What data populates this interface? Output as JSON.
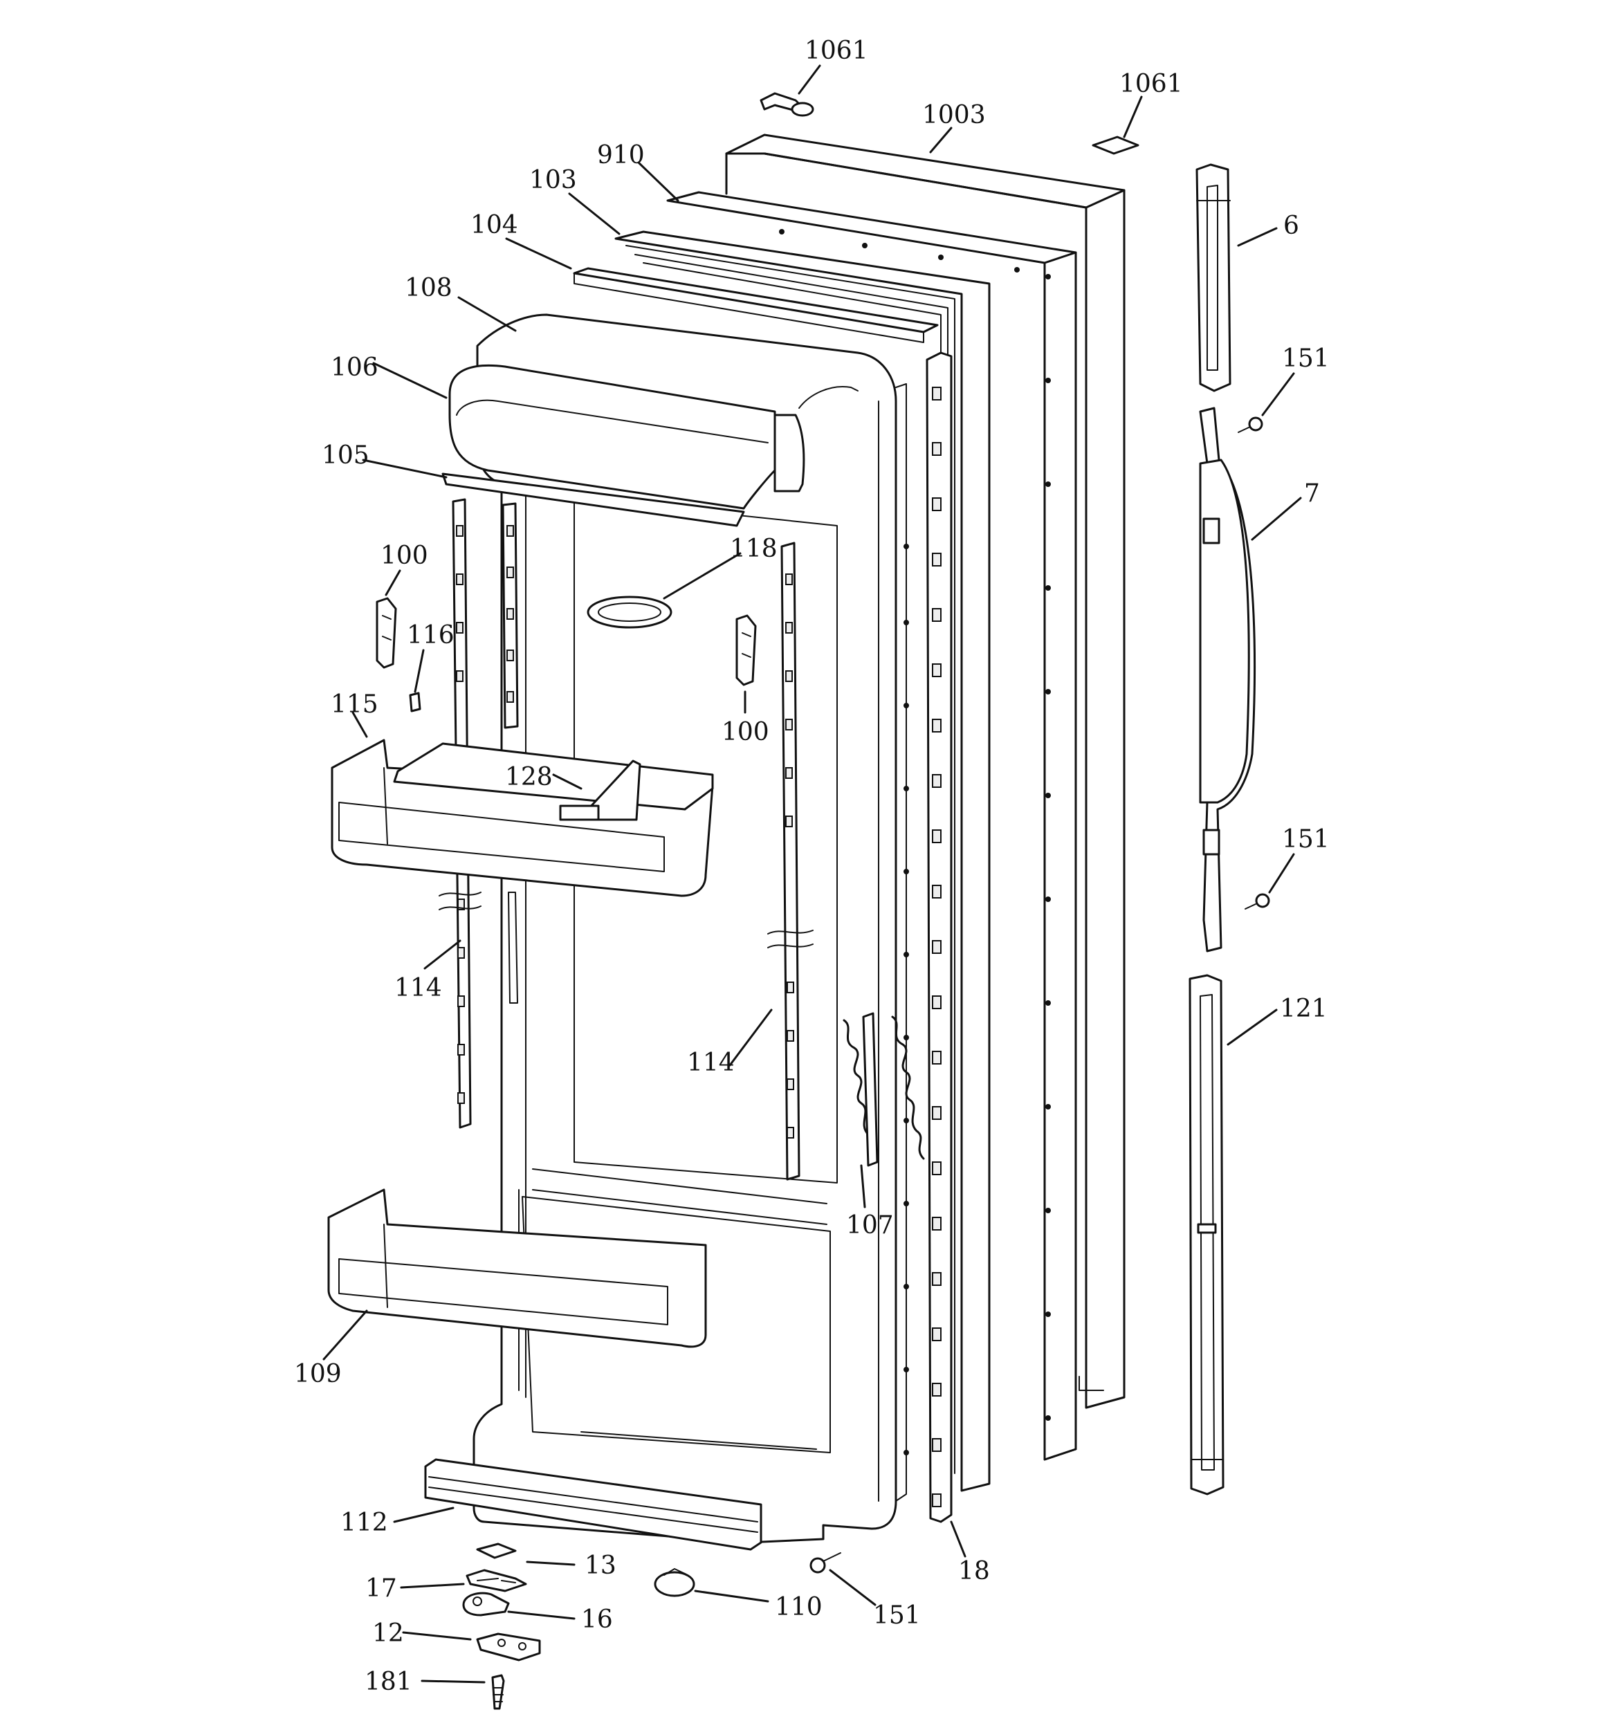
{
  "labels": {
    "l1061a": "1061",
    "l1061b": "1061",
    "l1003": "1003",
    "l910": "910",
    "l103": "103",
    "l104": "104",
    "l108": "108",
    "l106": "106",
    "l105": "105",
    "l118": "118",
    "l100a": "100",
    "l116": "116",
    "l100b": "100",
    "l115": "115",
    "l128": "128",
    "l114a": "114",
    "l114b": "114",
    "l107": "107",
    "l109": "109",
    "l112": "112",
    "l13": "13",
    "l17": "17",
    "l16": "16",
    "l12": "12",
    "l181": "181",
    "l110": "110",
    "l151c": "151",
    "l18": "18",
    "l6": "6",
    "l151a": "151",
    "l7": "7",
    "l151b": "151",
    "l121": "121"
  }
}
